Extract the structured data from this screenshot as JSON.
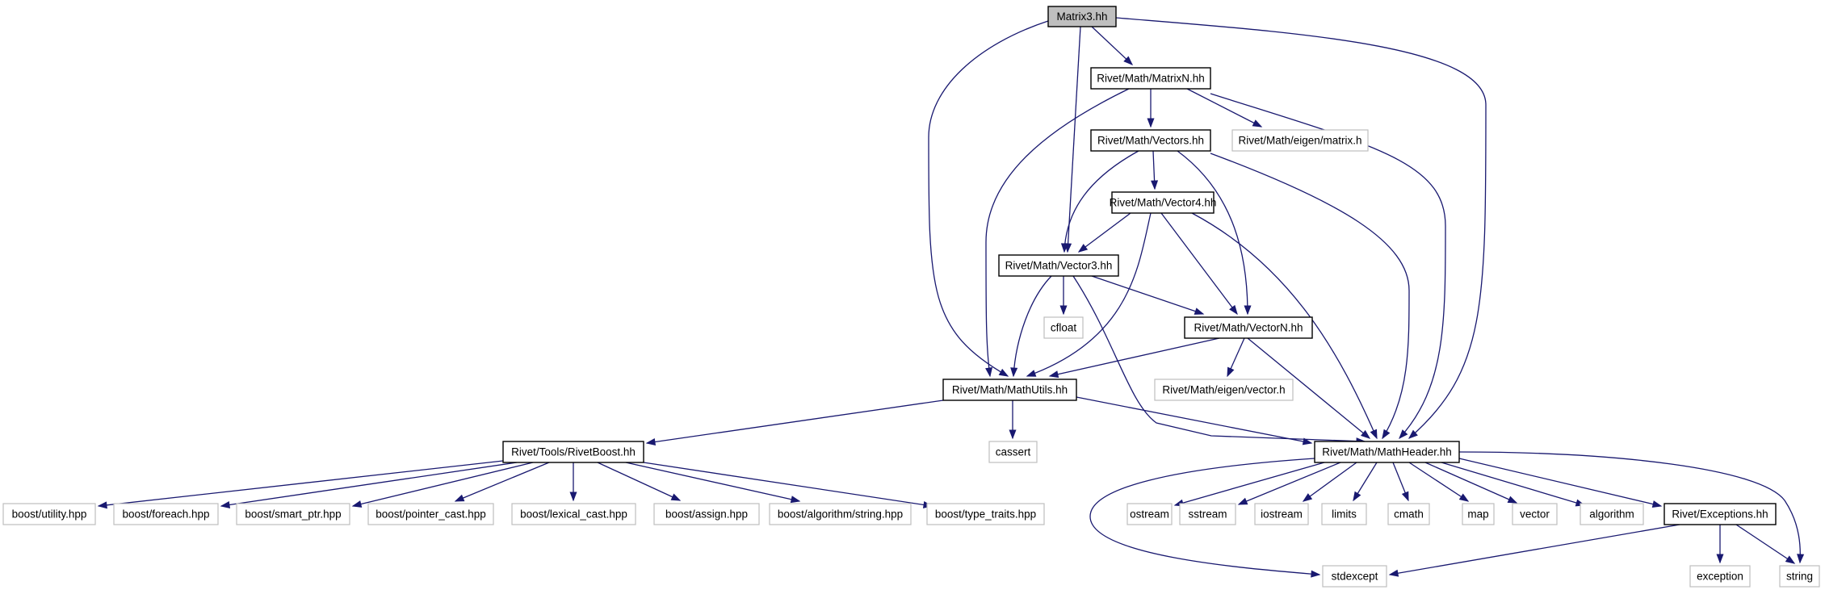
{
  "diagram": {
    "nodes": [
      {
        "id": "matrix3",
        "label": "Matrix3.hh",
        "kind": "root"
      },
      {
        "id": "matrixn",
        "label": "Rivet/Math/MatrixN.hh",
        "kind": "doc"
      },
      {
        "id": "eigen_matrix",
        "label": "Rivet/Math/eigen/matrix.h",
        "kind": "ext"
      },
      {
        "id": "vectors",
        "label": "Rivet/Math/Vectors.hh",
        "kind": "doc"
      },
      {
        "id": "vector4",
        "label": "Rivet/Math/Vector4.hh",
        "kind": "doc"
      },
      {
        "id": "vector3",
        "label": "Rivet/Math/Vector3.hh",
        "kind": "doc"
      },
      {
        "id": "cfloat",
        "label": "cfloat",
        "kind": "ext"
      },
      {
        "id": "vectorn",
        "label": "Rivet/Math/VectorN.hh",
        "kind": "doc"
      },
      {
        "id": "eigen_vector",
        "label": "Rivet/Math/eigen/vector.h",
        "kind": "ext"
      },
      {
        "id": "mathutils",
        "label": "Rivet/Math/MathUtils.hh",
        "kind": "doc"
      },
      {
        "id": "cassert",
        "label": "cassert",
        "kind": "ext"
      },
      {
        "id": "rivetboost",
        "label": "Rivet/Tools/RivetBoost.hh",
        "kind": "doc"
      },
      {
        "id": "mathheader",
        "label": "Rivet/Math/MathHeader.hh",
        "kind": "doc"
      },
      {
        "id": "boost_utility",
        "label": "boost/utility.hpp",
        "kind": "ext"
      },
      {
        "id": "boost_foreach",
        "label": "boost/foreach.hpp",
        "kind": "ext"
      },
      {
        "id": "boost_smartptr",
        "label": "boost/smart_ptr.hpp",
        "kind": "ext"
      },
      {
        "id": "boost_pointercast",
        "label": "boost/pointer_cast.hpp",
        "kind": "ext"
      },
      {
        "id": "boost_lexicalcast",
        "label": "boost/lexical_cast.hpp",
        "kind": "ext"
      },
      {
        "id": "boost_assign",
        "label": "boost/assign.hpp",
        "kind": "ext"
      },
      {
        "id": "boost_algostring",
        "label": "boost/algorithm/string.hpp",
        "kind": "ext"
      },
      {
        "id": "boost_typetraits",
        "label": "boost/type_traits.hpp",
        "kind": "ext"
      },
      {
        "id": "ostream",
        "label": "ostream",
        "kind": "ext"
      },
      {
        "id": "sstream",
        "label": "sstream",
        "kind": "ext"
      },
      {
        "id": "iostream",
        "label": "iostream",
        "kind": "ext"
      },
      {
        "id": "limits",
        "label": "limits",
        "kind": "ext"
      },
      {
        "id": "cmath",
        "label": "cmath",
        "kind": "ext"
      },
      {
        "id": "map",
        "label": "map",
        "kind": "ext"
      },
      {
        "id": "vector",
        "label": "vector",
        "kind": "ext"
      },
      {
        "id": "algorithm",
        "label": "algorithm",
        "kind": "ext"
      },
      {
        "id": "exceptions",
        "label": "Rivet/Exceptions.hh",
        "kind": "doc"
      },
      {
        "id": "stdexcept",
        "label": "stdexcept",
        "kind": "ext"
      },
      {
        "id": "exception",
        "label": "exception",
        "kind": "ext"
      },
      {
        "id": "string",
        "label": "string",
        "kind": "ext"
      }
    ],
    "edges": [
      {
        "from": "matrix3",
        "to": "matrixn"
      },
      {
        "from": "matrix3",
        "to": "vector3"
      },
      {
        "from": "matrix3",
        "to": "mathutils"
      },
      {
        "from": "matrix3",
        "to": "mathheader"
      },
      {
        "from": "matrixn",
        "to": "vectors"
      },
      {
        "from": "matrixn",
        "to": "eigen_matrix"
      },
      {
        "from": "matrixn",
        "to": "mathutils"
      },
      {
        "from": "matrixn",
        "to": "mathheader"
      },
      {
        "from": "vectors",
        "to": "vector4"
      },
      {
        "from": "vectors",
        "to": "vector3"
      },
      {
        "from": "vectors",
        "to": "vectorn"
      },
      {
        "from": "vectors",
        "to": "mathheader"
      },
      {
        "from": "vector4",
        "to": "vector3"
      },
      {
        "from": "vector4",
        "to": "vectorn"
      },
      {
        "from": "vector4",
        "to": "mathutils"
      },
      {
        "from": "vector4",
        "to": "mathheader"
      },
      {
        "from": "vector3",
        "to": "cfloat"
      },
      {
        "from": "vector3",
        "to": "vectorn"
      },
      {
        "from": "vector3",
        "to": "mathutils"
      },
      {
        "from": "vector3",
        "to": "mathheader"
      },
      {
        "from": "vectorn",
        "to": "eigen_vector"
      },
      {
        "from": "vectorn",
        "to": "mathutils"
      },
      {
        "from": "vectorn",
        "to": "mathheader"
      },
      {
        "from": "mathutils",
        "to": "rivetboost"
      },
      {
        "from": "mathutils",
        "to": "cassert"
      },
      {
        "from": "mathutils",
        "to": "mathheader"
      },
      {
        "from": "rivetboost",
        "to": "boost_utility"
      },
      {
        "from": "rivetboost",
        "to": "boost_foreach"
      },
      {
        "from": "rivetboost",
        "to": "boost_smartptr"
      },
      {
        "from": "rivetboost",
        "to": "boost_pointercast"
      },
      {
        "from": "rivetboost",
        "to": "boost_lexicalcast"
      },
      {
        "from": "rivetboost",
        "to": "boost_assign"
      },
      {
        "from": "rivetboost",
        "to": "boost_algostring"
      },
      {
        "from": "rivetboost",
        "to": "boost_typetraits"
      },
      {
        "from": "mathheader",
        "to": "stdexcept"
      },
      {
        "from": "mathheader",
        "to": "ostream"
      },
      {
        "from": "mathheader",
        "to": "sstream"
      },
      {
        "from": "mathheader",
        "to": "iostream"
      },
      {
        "from": "mathheader",
        "to": "limits"
      },
      {
        "from": "mathheader",
        "to": "cmath"
      },
      {
        "from": "mathheader",
        "to": "map"
      },
      {
        "from": "mathheader",
        "to": "vector"
      },
      {
        "from": "mathheader",
        "to": "algorithm"
      },
      {
        "from": "mathheader",
        "to": "exceptions"
      },
      {
        "from": "mathheader",
        "to": "string"
      },
      {
        "from": "exceptions",
        "to": "stdexcept"
      },
      {
        "from": "exceptions",
        "to": "exception"
      },
      {
        "from": "exceptions",
        "to": "string"
      }
    ],
    "colors": {
      "edge": "#191970",
      "doc_border": "#000000",
      "ext_border": "#bfbfbf",
      "root_fill": "#bfbfbf",
      "background": "#ffffff"
    }
  }
}
